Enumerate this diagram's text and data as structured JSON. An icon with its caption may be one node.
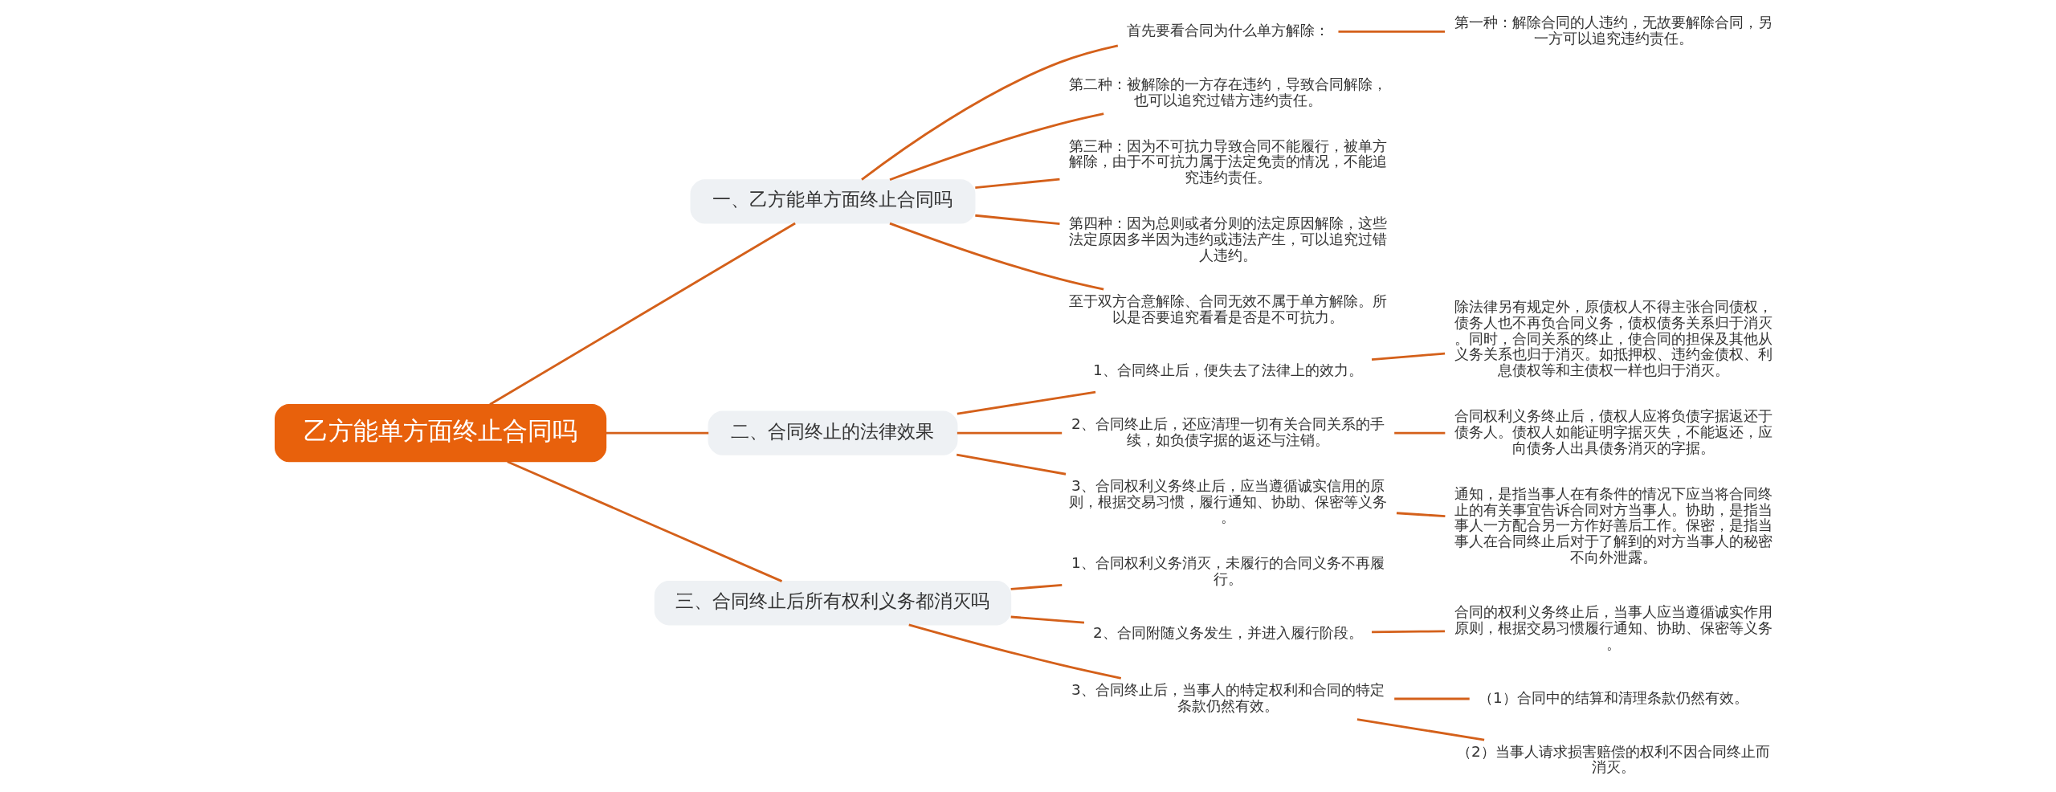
{
  "diagram": {
    "nodes": [
      {
        "text": [
          "乙方能单方面终止合同吗"
        ]
      },
      {
        "text": [
          "一、乙方能单方面终止合同吗"
        ]
      },
      {
        "text": [
          "首先要看合同为什么单方解除："
        ]
      },
      {
        "text": [
          "第一种：解除合同的人违约，无故要解除合同，另一方可以追究违约责任。"
        ]
      },
      {
        "text": [
          "第二种：被解除的一方存在违约，导致合同解除，也可以追究过错方违约责任。"
        ]
      },
      {
        "text": [
          "第三种：因为不可抗力导致合同不能履行，被单方解除，由于不可抗力属于法定免责的情况，不能追究违约责任。"
        ]
      },
      {
        "text": [
          "第四种：因为总则或者分则的法定原因解除，这些法定原因多半因为违约或违法产生，可以追究过错人违约。"
        ]
      },
      {
        "text": [
          "至于双方合意解除、合同无效不属于单方解除。所以是否要追究看看是否是不可抗力。"
        ]
      },
      {
        "text": [
          "二、合同终止的法律效果"
        ]
      },
      {
        "text": [
          "1、合同终止后，便失去了法律上的效力。"
        ]
      },
      {
        "text": [
          "除法律另有规定外，原债权人不得主张合同债权，债务人也不再负合同义务，债权债务关系归于消灭。同时，合同关系的终止，使合同的担保及其他从义务关系也归于消灭。如抵押权、违约金债权、利息债权等和主债权一样也归于消灭。"
        ]
      },
      {
        "text": [
          "2、合同终止后，还应清理一切有关合同关系的手续，如负债字据的返还与注销。"
        ]
      },
      {
        "text": [
          "合同权利义务终止后，债权人应将负债字据返还于债务人。债权人如能证明字据灭失，不能返还，应向债务人出具债务消灭的字据。"
        ]
      },
      {
        "text": [
          "3、合同权利义务终止后，应当遵循诚实信用的原则，根据交易习惯，履行通知、协助、保密等义务。"
        ]
      },
      {
        "text": [
          "通知，是指当事人在有条件的情况下应当将合同终止的有关事宜告诉合同对方当事人。协助，是指当事人一方配合另一方作好善后工作。保密，是指当事人在合同终止后对于了解到的对方当事人的秘密不向外泄露。"
        ]
      },
      {
        "text": [
          "三、合同终止后所有权利义务都消灭吗"
        ]
      },
      {
        "text": [
          "1、合同权利义务消灭，未履行的合同义务不再履行。"
        ]
      },
      {
        "text": [
          "2、合同附随义务发生，并进入履行阶段。"
        ]
      },
      {
        "text": [
          "合同的权利义务终止后，当事人应当遵循诚实作用原则，根据交易习惯履行通知、协助、保密等义务。"
        ]
      },
      {
        "text": [
          "3、合同终止后，当事人的特定权利和合同的特定条款仍然有效。"
        ]
      },
      {
        "text": [
          "（1）合同中的结算和清理条款仍然有效。"
        ]
      },
      {
        "text": [
          "（2）当事人请求损害赔偿的权利不因合同终止而消灭。"
        ]
      }
    ],
    "edges": [
      {
        "from": 0,
        "to": 1,
        "arrow": "none"
      },
      {
        "from": 1,
        "to": 2,
        "arrow": "none"
      },
      {
        "from": 2,
        "to": 3,
        "arrow": "none"
      },
      {
        "from": 1,
        "to": 4,
        "arrow": "none"
      },
      {
        "from": 1,
        "to": 5,
        "arrow": "none"
      },
      {
        "from": 1,
        "to": 6,
        "arrow": "none"
      },
      {
        "from": 1,
        "to": 7,
        "arrow": "none"
      },
      {
        "from": 0,
        "to": 8,
        "arrow": "none"
      },
      {
        "from": 8,
        "to": 9,
        "arrow": "none"
      },
      {
        "from": 9,
        "to": 10,
        "arrow": "none"
      },
      {
        "from": 8,
        "to": 11,
        "arrow": "none"
      },
      {
        "from": 11,
        "to": 12,
        "arrow": "none"
      },
      {
        "from": 8,
        "to": 13,
        "arrow": "none"
      },
      {
        "from": 13,
        "to": 14,
        "arrow": "none"
      },
      {
        "from": 0,
        "to": 15,
        "arrow": "none"
      },
      {
        "from": 15,
        "to": 16,
        "arrow": "none"
      },
      {
        "from": 15,
        "to": 17,
        "arrow": "none"
      },
      {
        "from": 17,
        "to": 18,
        "arrow": "none"
      },
      {
        "from": 15,
        "to": 19,
        "arrow": "none"
      },
      {
        "from": 19,
        "to": 20,
        "arrow": "none"
      },
      {
        "from": 19,
        "to": 21,
        "arrow": "none"
      }
    ]
  }
}
